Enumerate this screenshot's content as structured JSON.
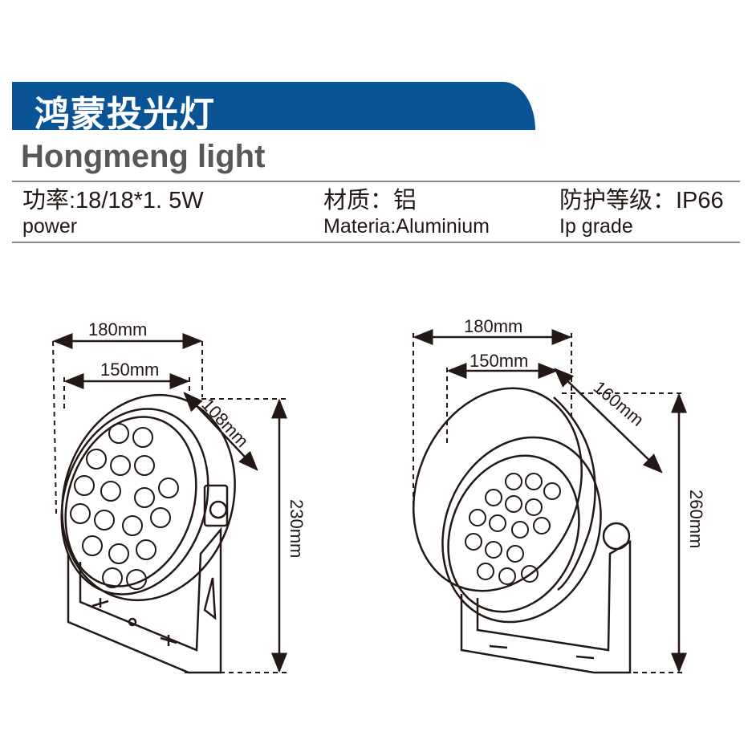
{
  "header": {
    "title_cn": "鸿蒙投光灯",
    "title_en": "Hongmeng light"
  },
  "specs": [
    {
      "cn": "功率:18/18*1. 5W",
      "en": "power"
    },
    {
      "cn": "材质：铝",
      "en": "Materia:Aluminium"
    },
    {
      "cn": "防护等级：IP66",
      "en": "Ip grade"
    }
  ],
  "left_drawing": {
    "width_outer": "180mm",
    "width_inner": "150mm",
    "depth": "108mm",
    "height": "230mm"
  },
  "right_drawing": {
    "width_outer": "180mm",
    "width_inner": "150mm",
    "depth": "160mm",
    "height": "260mm"
  },
  "colors": {
    "banner": "#0a5394",
    "subtitle": "#595757",
    "text": "#231815"
  }
}
